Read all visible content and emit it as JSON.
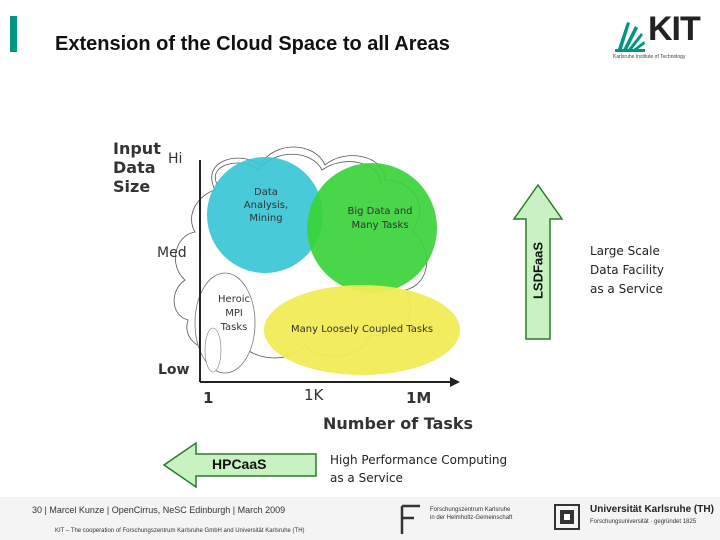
{
  "slide": {
    "title": "Extension of the Cloud Space to all Areas"
  },
  "logo": {
    "text": "KIT",
    "subtitle": "Karlsruhe Institute of Technology"
  },
  "diagram": {
    "y_axis_title_line1": "Input",
    "y_axis_title_line2": "Data",
    "y_axis_title_line3": "Size",
    "y_tick_hi": "Hi",
    "y_tick_med": "Med",
    "y_tick_low": "Low",
    "x_tick_1": "1",
    "x_tick_1k": "1K",
    "x_tick_1m": "1M",
    "x_axis_title": "Number of Tasks",
    "region_data_analysis_line1": "Data",
    "region_data_analysis_line2": "Analysis,",
    "region_data_analysis_line3": "Mining",
    "region_big_data_line1": "Big Data and",
    "region_big_data_line2": "Many Tasks",
    "region_heroic_line1": "Heroic",
    "region_heroic_line2": "MPI",
    "region_heroic_line3": "Tasks",
    "region_mtc": "Many Loosely Coupled Tasks",
    "colors": {
      "cyan": "#39c6d6",
      "green": "#3ad43a",
      "yellow": "#f0ec55",
      "arrow_fill": "#c8f2c2",
      "arrow_stroke": "#2a7a2a"
    }
  },
  "lsdfaas": {
    "label": "LSDFaaS",
    "note_line1": "Large Scale",
    "note_line2": "Data Facility",
    "note_line3": "as a Service"
  },
  "hpcaas": {
    "label": "HPCaaS",
    "note_line1": "High Performance Computing",
    "note_line2": "as a Service"
  },
  "footer": {
    "line1": "30  | Marcel Kunze | OpenCirrus, NeSC Edinburgh | March 2009",
    "line2": "KIT – The cooperation of Forschungszentrum Karlsruhe GmbH and Universität Karlsruhe (TH)",
    "fz_text": "Forschungszentrum Karlsruhe\nin der Helmholtz-Gemeinschaft",
    "uni_text": "Universität Karlsruhe (TH)",
    "uni_sub": "Forschungsuniversität · gegründet 1825"
  }
}
